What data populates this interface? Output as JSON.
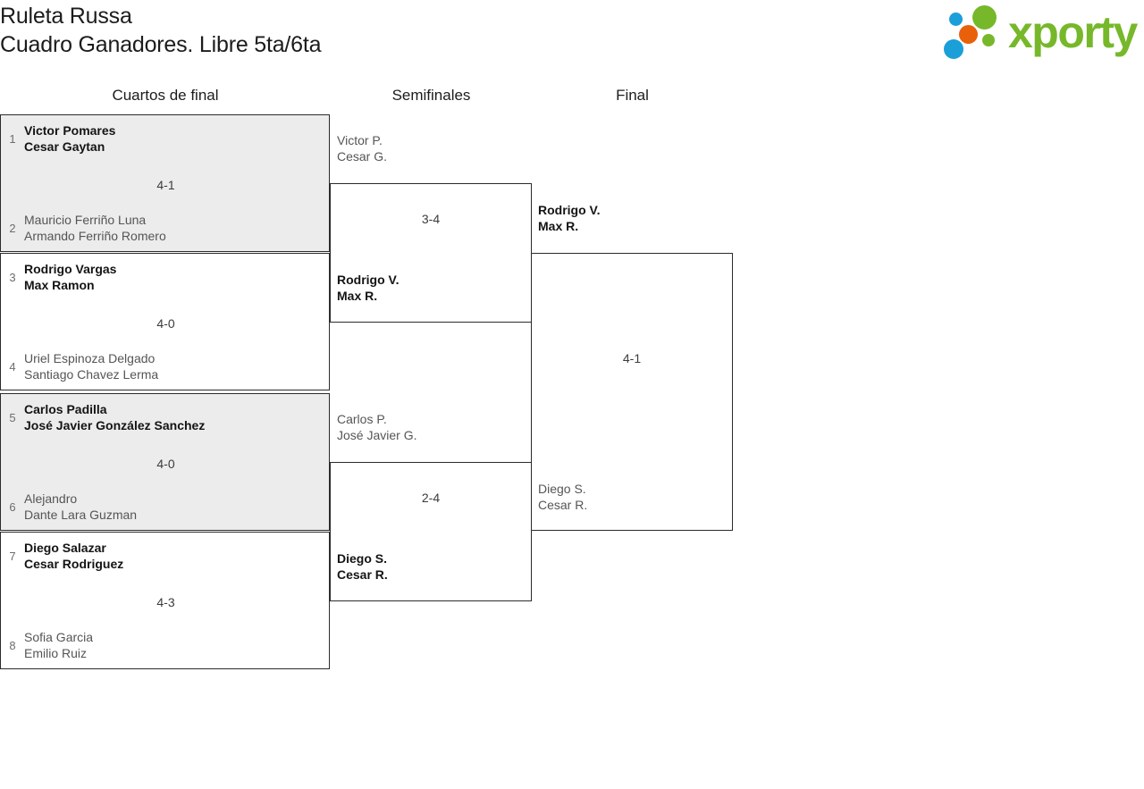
{
  "header": {
    "title_line1": "Ruleta Russa",
    "title_line2": "Cuadro Ganadores. Libre 5ta/6ta",
    "logo_word": "xporty",
    "logo_colors": {
      "green": "#76b82a",
      "blue": "#1a9fd9",
      "orange": "#e8610a"
    }
  },
  "rounds": {
    "quarterfinals_label": "Cuartos de final",
    "semifinals_label": "Semifinales",
    "final_label": "Final"
  },
  "quarterfinals": [
    {
      "score": "4-1",
      "shaded": true,
      "top": {
        "seed": "1",
        "player1": "Victor Pomares",
        "player2": "Cesar Gaytan",
        "result": "winner"
      },
      "bottom": {
        "seed": "2",
        "player1": "Mauricio Ferriño Luna",
        "player2": "Armando Ferriño Romero",
        "result": "loser"
      }
    },
    {
      "score": "4-0",
      "shaded": false,
      "top": {
        "seed": "3",
        "player1": "Rodrigo Vargas",
        "player2": "Max Ramon",
        "result": "winner"
      },
      "bottom": {
        "seed": "4",
        "player1": "Uriel Espinoza Delgado",
        "player2": "Santiago Chavez Lerma",
        "result": "loser"
      }
    },
    {
      "score": "4-0",
      "shaded": true,
      "top": {
        "seed": "5",
        "player1": "Carlos Padilla",
        "player2": "José Javier González Sanchez",
        "result": "winner"
      },
      "bottom": {
        "seed": "6",
        "player1": "Alejandro",
        "player2": "Dante Lara Guzman",
        "result": "loser"
      }
    },
    {
      "score": "4-3",
      "shaded": false,
      "top": {
        "seed": "7",
        "player1": "Diego Salazar",
        "player2": "Cesar Rodriguez",
        "result": "winner"
      },
      "bottom": {
        "seed": "8",
        "player1": "Sofia Garcia",
        "player2": "Emilio Ruiz",
        "result": "loser"
      }
    }
  ],
  "semifinals": [
    {
      "score": "3-4",
      "top": {
        "player1": "Victor P.",
        "player2": "Cesar G.",
        "result": "loser"
      },
      "bottom": {
        "player1": "Rodrigo V.",
        "player2": "Max R.",
        "result": "winner"
      }
    },
    {
      "score": "2-4",
      "top": {
        "player1": "Carlos P.",
        "player2": "José Javier G.",
        "result": "loser"
      },
      "bottom": {
        "player1": "Diego S.",
        "player2": "Cesar R.",
        "result": "winner"
      }
    }
  ],
  "final": {
    "score": "4-1",
    "top": {
      "player1": "Rodrigo V.",
      "player2": "Max R.",
      "result": "winner"
    },
    "bottom": {
      "player1": "Diego S.",
      "player2": "Cesar R.",
      "result": "loser"
    }
  }
}
